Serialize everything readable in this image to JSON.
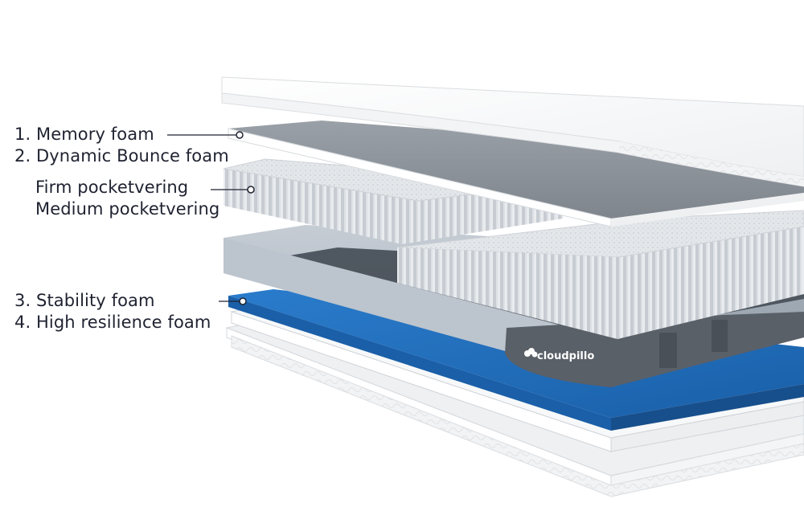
{
  "labels": {
    "memory_foam": "1. Memory foam",
    "dynamic_bounce_foam": "2. Dynamic Bounce foam",
    "firm_pocketvering": "Firm pocketvering",
    "medium_pocketvering": "Medium pocketvering",
    "stability_foam": "3. Stability foam",
    "high_resilience_foam": "4. High resilience foam"
  },
  "brand": {
    "name": "cloudpillo"
  },
  "colors": {
    "label_text": "#1f2230",
    "memory_foam_top": "#ffffff",
    "dynamic_bounce_gray": "#8e949c",
    "stability_blue": "#1f6fc0",
    "cover_gray": "#b9c2cc",
    "base_dark": "#55595f"
  }
}
